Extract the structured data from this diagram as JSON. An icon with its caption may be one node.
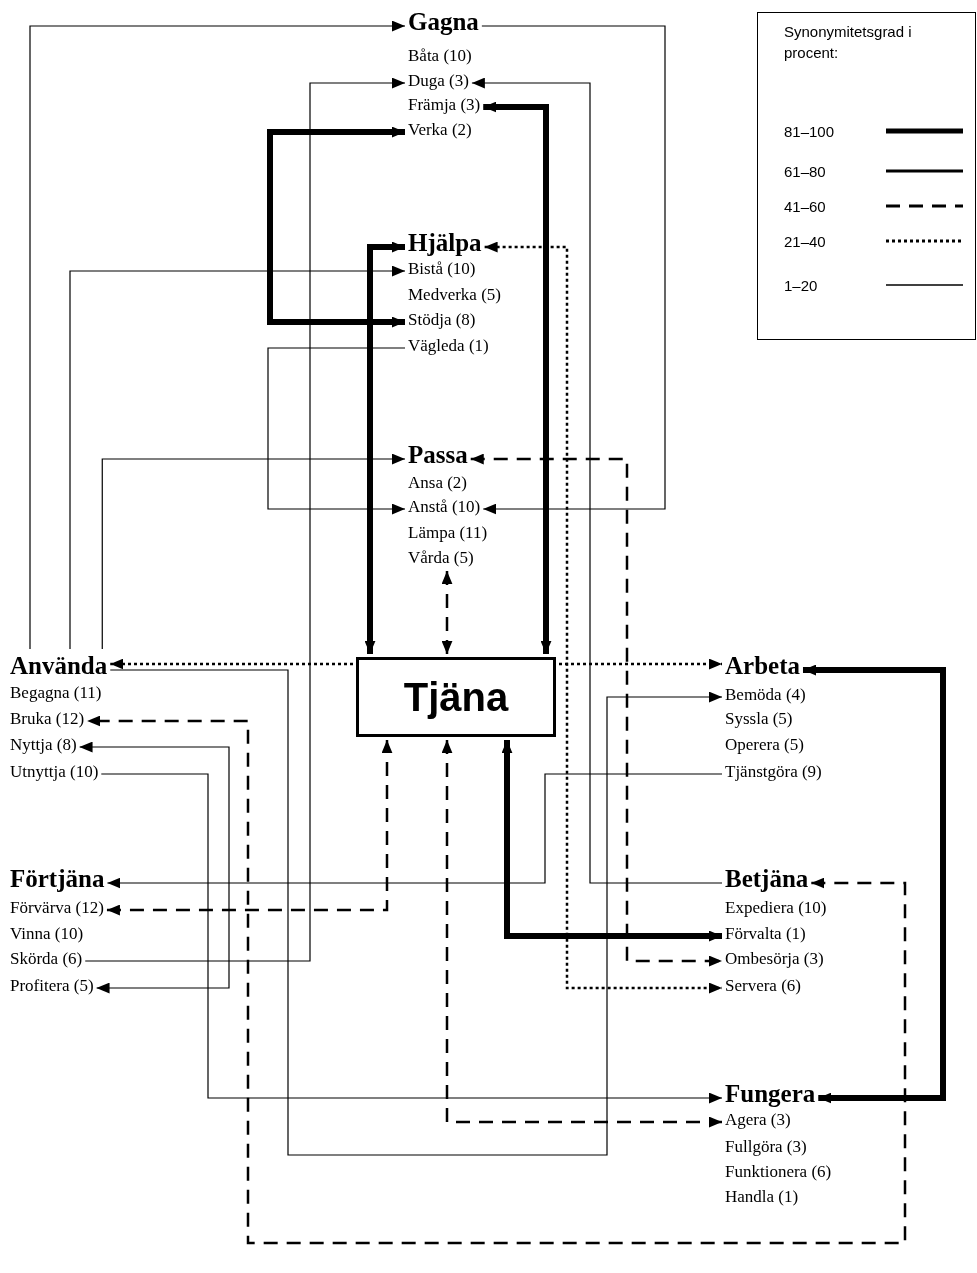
{
  "diagram": {
    "nodes": [
      {
        "text": [
          "Gagna"
        ]
      },
      {
        "text": [
          "Båta (10)"
        ]
      },
      {
        "text": [
          "Duga (3)"
        ]
      },
      {
        "text": [
          "Främja (3)"
        ]
      },
      {
        "text": [
          "Verka (2)"
        ]
      },
      {
        "text": [
          "Hjälpa"
        ]
      },
      {
        "text": [
          "Bistå (10)"
        ]
      },
      {
        "text": [
          "Medverka (5)"
        ]
      },
      {
        "text": [
          "Stödja (8)"
        ]
      },
      {
        "text": [
          "Vägleda (1)"
        ]
      },
      {
        "text": [
          "Passa"
        ]
      },
      {
        "text": [
          "Ansa (2)"
        ]
      },
      {
        "text": [
          "Anstå (10)"
        ]
      },
      {
        "text": [
          "Lämpa (11)"
        ]
      },
      {
        "text": [
          "Vårda (5)"
        ]
      },
      {
        "text": [
          "Använda"
        ]
      },
      {
        "text": [
          "Begagna (11)"
        ]
      },
      {
        "text": [
          "Bruka (12)"
        ]
      },
      {
        "text": [
          "Nyttja (8)"
        ]
      },
      {
        "text": [
          "Utnyttja (10)"
        ]
      },
      {
        "text": [
          "Tjäna"
        ]
      },
      {
        "text": [
          "Arbeta"
        ]
      },
      {
        "text": [
          "Bemöda (4)"
        ]
      },
      {
        "text": [
          "Syssla (5)"
        ]
      },
      {
        "text": [
          "Operera (5)"
        ]
      },
      {
        "text": [
          "Tjänstgöra (9)"
        ]
      },
      {
        "text": [
          "Förtjäna"
        ]
      },
      {
        "text": [
          "Förvärva (12)"
        ]
      },
      {
        "text": [
          "Vinna (10)"
        ]
      },
      {
        "text": [
          "Skörda (6)"
        ]
      },
      {
        "text": [
          "Profitera (5)"
        ]
      },
      {
        "text": [
          "Betjäna"
        ]
      },
      {
        "text": [
          "Expediera (10)"
        ]
      },
      {
        "text": [
          "Förvalta (1)"
        ]
      },
      {
        "text": [
          "Ombesörja (3)"
        ]
      },
      {
        "text": [
          "Servera (6)"
        ]
      },
      {
        "text": [
          "Fungera"
        ]
      },
      {
        "text": [
          "Agera (3)"
        ]
      },
      {
        "text": [
          "Fullgöra (3)"
        ]
      },
      {
        "text": [
          "Funktionera (6)"
        ]
      },
      {
        "text": [
          "Handla (1)"
        ]
      }
    ],
    "edges": [
      {
        "from": 15,
        "to": 0,
        "arrow": "to"
      },
      {
        "from": 0,
        "to": 12,
        "arrow": "to"
      },
      {
        "from": 29,
        "to": 2,
        "arrow": "to"
      },
      {
        "from": 31,
        "to": 2,
        "arrow": "to"
      },
      {
        "from": 3,
        "to": 20,
        "arrow": "both",
        "style": "thick"
      },
      {
        "from": 4,
        "to": 8,
        "arrow": "both",
        "style": "thick"
      },
      {
        "from": 5,
        "to": 20,
        "arrow": "both",
        "style": "thick"
      },
      {
        "from": 15,
        "to": 6,
        "arrow": "to"
      },
      {
        "from": 9,
        "to": 12,
        "arrow": "to"
      },
      {
        "from": 15,
        "to": 10,
        "arrow": "to"
      },
      {
        "from": 10,
        "to": 34,
        "arrow": "both",
        "style": "dashed"
      },
      {
        "from": 5,
        "to": 35,
        "arrow": "both",
        "style": "dashed"
      },
      {
        "from": 14,
        "to": 20,
        "arrow": "both",
        "style": "dashed"
      },
      {
        "from": 20,
        "to": 15,
        "arrow": "to",
        "style": "dashed"
      },
      {
        "from": 20,
        "to": 21,
        "arrow": "to",
        "style": "dashed"
      },
      {
        "from": 21,
        "to": 36,
        "arrow": "both",
        "style": "thick"
      },
      {
        "from": 15,
        "to": 22,
        "arrow": "to"
      },
      {
        "from": 31,
        "to": 17,
        "arrow": "both",
        "style": "dashed"
      },
      {
        "from": 18,
        "to": 30,
        "arrow": "both"
      },
      {
        "from": 19,
        "to": 36,
        "arrow": "to"
      },
      {
        "from": 25,
        "to": 26,
        "arrow": "to"
      },
      {
        "from": 27,
        "to": 20,
        "arrow": "both",
        "style": "dashed"
      },
      {
        "from": 20,
        "to": 37,
        "arrow": "both",
        "style": "dashed"
      },
      {
        "from": 20,
        "to": 33,
        "arrow": "both",
        "style": "thick"
      }
    ],
    "labels": [
      "Synonymitetsgrad i procent:"
    ],
    "legend": [
      {
        "text": "81–100"
      },
      {
        "text": "61–80"
      },
      {
        "text": "41–60"
      },
      {
        "text": "21–40"
      },
      {
        "text": "1–20"
      }
    ]
  }
}
